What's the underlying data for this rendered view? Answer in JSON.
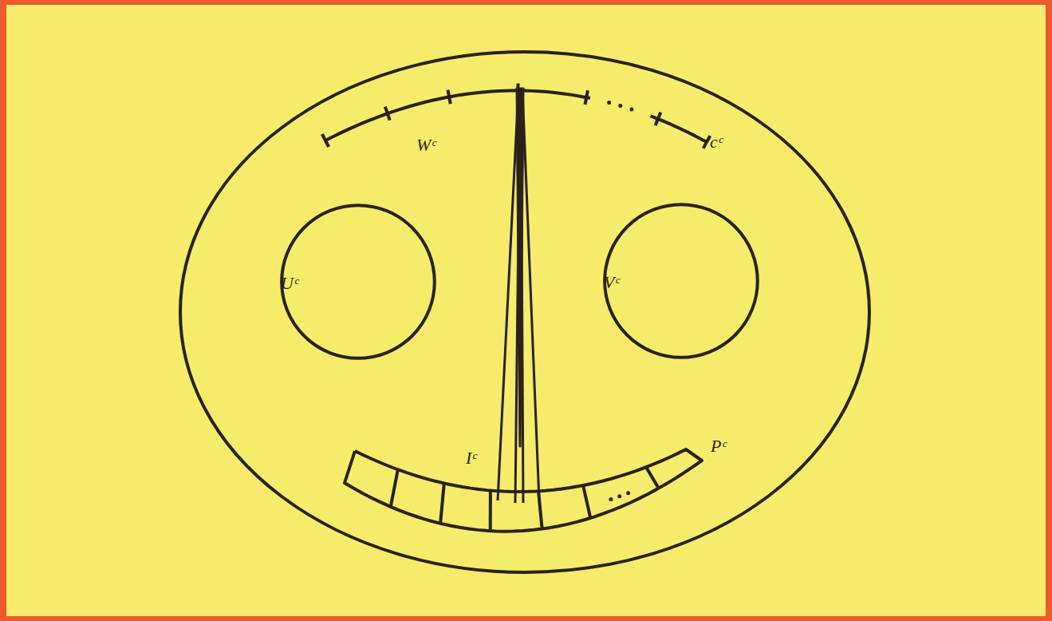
{
  "diagram": {
    "nodes": [
      {
        "text": [
          "Uᶜ"
        ]
      },
      {
        "text": [
          "Vᶜ"
        ]
      },
      {
        "text": [
          "Pᶜ"
        ]
      }
    ],
    "labels": [
      "Wᶜ",
      "cᶜ",
      "Iᶜ"
    ]
  }
}
